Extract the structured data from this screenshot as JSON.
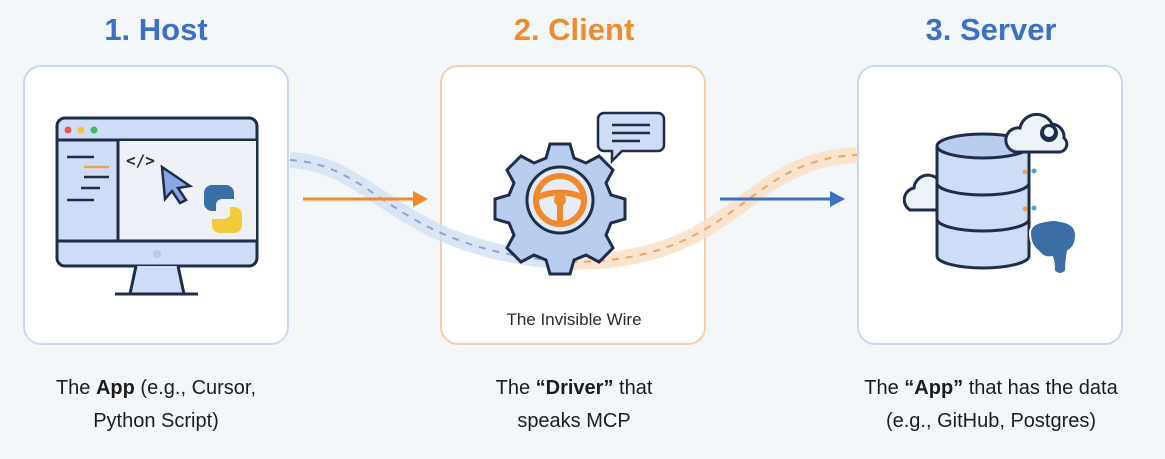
{
  "colors": {
    "host": "#3d6fc4",
    "client": "#f08a2c",
    "server": "#3d6fc4"
  },
  "steps": [
    {
      "title": "1. Host",
      "caption_pre": "The ",
      "caption_bold": "App",
      "caption_post": " (e.g., Cursor,",
      "caption_line2": "Python Script)",
      "icon": "monitor-python-icon"
    },
    {
      "title": "2. Client",
      "caption_pre": "The ",
      "caption_bold": "“Driver”",
      "caption_post": " that",
      "caption_line2": "speaks MCP",
      "icon": "gear-steering-wheel-icon"
    },
    {
      "title": "3. Server",
      "caption_pre": "The ",
      "caption_bold": "“App”",
      "caption_post": " that has the data",
      "caption_line2": "(e.g., GitHub, Postgres)",
      "icon": "database-cloud-icon"
    }
  ],
  "wire_label": "The Invisible Wire"
}
